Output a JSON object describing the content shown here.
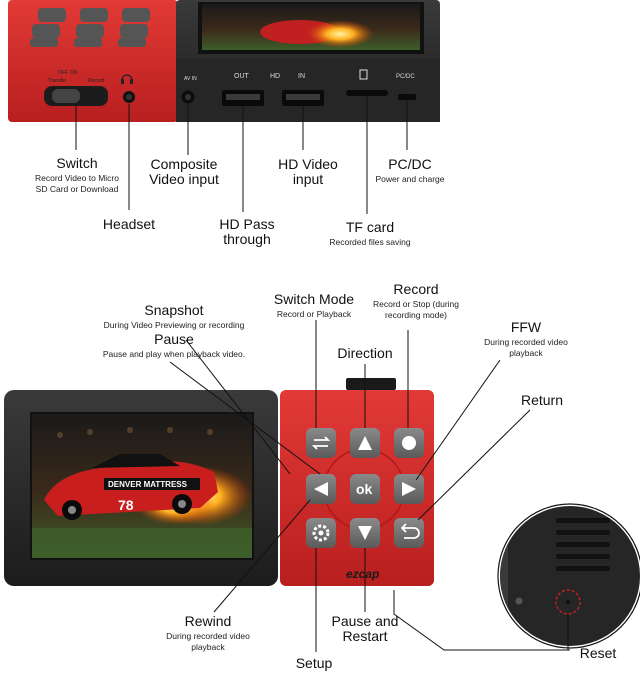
{
  "top_device": {
    "port_labels": {
      "transfer": "Transfer",
      "off": "OFF",
      "on": "ON",
      "record": "Record",
      "av_in": "AV IN",
      "out": "OUT",
      "hd": "HD",
      "in": "IN",
      "pc_dc": "PC/DC"
    }
  },
  "top_labels": {
    "switch": {
      "title": "Switch",
      "sub": "Record Video to Micro SD Card or Download"
    },
    "headset": {
      "title": "Headset"
    },
    "composite": {
      "title": "Composite Video input"
    },
    "hd_pass": {
      "title": "HD Pass through"
    },
    "hd_video": {
      "title": "HD Video input"
    },
    "tf_card": {
      "title": "TF card",
      "sub": "Recorded files saving"
    },
    "pc_dc": {
      "title": "PC/DC",
      "sub": "Power and charge"
    }
  },
  "bottom_labels": {
    "snapshot": {
      "title": "Snapshot",
      "sub": "During Video Previewing or recording"
    },
    "pause": {
      "title": "Pause",
      "sub": "Pause and play when playback video."
    },
    "switch_mode": {
      "title": "Switch Mode",
      "sub": "Record or Playback"
    },
    "record": {
      "title": "Record",
      "sub": "Record or Stop (during recording mode)"
    },
    "direction": {
      "title": "Direction"
    },
    "ffw": {
      "title": "FFW",
      "sub": "During recorded video playback"
    },
    "return": {
      "title": "Return"
    },
    "rewind": {
      "title": "Rewind",
      "sub": "During recorded video playback"
    },
    "pause_restart": {
      "title": "Pause and Restart"
    },
    "setup": {
      "title": "Setup"
    },
    "reset": {
      "title": "Reset"
    }
  },
  "device": {
    "brand": "ezcap",
    "ok_label": "ok",
    "screen_car_number": "78",
    "screen_car_sponsor": "DENVER MATTRESS"
  },
  "colors": {
    "device_red": "#d42a2a",
    "button_grey": "#6f6f6f",
    "bezel": "#2b2b2b"
  }
}
